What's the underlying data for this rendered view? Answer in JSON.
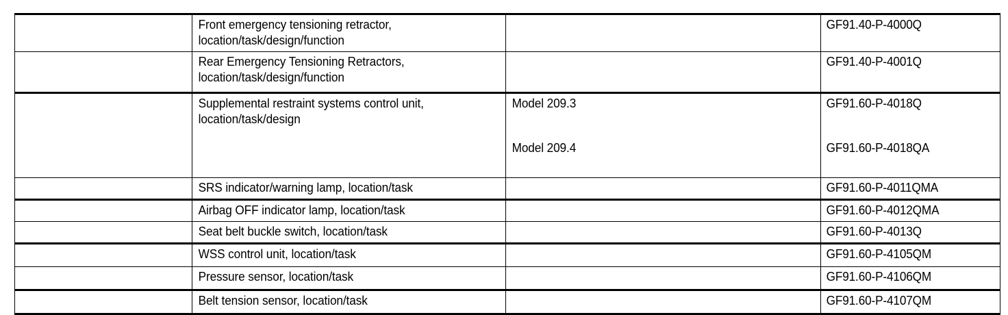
{
  "document": {
    "type": "reference-table",
    "background_color": "#ffffff",
    "text_color": "#000000",
    "column_count": 4,
    "row_count": 9
  },
  "table": {
    "columns": [
      {
        "key": "blank",
        "label": ""
      },
      {
        "key": "description",
        "label": ""
      },
      {
        "key": "model",
        "label": ""
      },
      {
        "key": "code",
        "label": ""
      }
    ],
    "rows": [
      {
        "blank": "",
        "description": "Front emergency tensioning retractor,\nlocation/task/design/function",
        "model": "",
        "model_secondary": "",
        "code": "GF91.40-P-4000Q",
        "code_secondary": ""
      },
      {
        "blank": "",
        "description": "Rear Emergency Tensioning Retractors,\nlocation/task/design/function",
        "model": "",
        "model_secondary": "",
        "code": "GF91.40-P-4001Q",
        "code_secondary": ""
      },
      {
        "blank": "",
        "description": "Supplemental restraint systems control unit,\nlocation/task/design",
        "model": "Model 209.3",
        "model_secondary": "Model 209.4",
        "code": "GF91.60-P-4018Q",
        "code_secondary": "GF91.60-P-4018QA"
      },
      {
        "blank": "",
        "description": "SRS indicator/warning lamp, location/task",
        "model": "",
        "model_secondary": "",
        "code": "GF91.60-P-4011QMA",
        "code_secondary": ""
      },
      {
        "blank": "",
        "description": "Airbag OFF indicator lamp, location/task",
        "model": "",
        "model_secondary": "",
        "code": "GF91.60-P-4012QMA",
        "code_secondary": ""
      },
      {
        "blank": "",
        "description": "Seat belt buckle switch, location/task",
        "model": "",
        "model_secondary": "",
        "code": "GF91.60-P-4013Q",
        "code_secondary": ""
      },
      {
        "blank": "",
        "description": "WSS control unit, location/task",
        "model": "",
        "model_secondary": "",
        "code": "GF91.60-P-4105QM",
        "code_secondary": ""
      },
      {
        "blank": "",
        "description": "Pressure sensor, location/task",
        "model": "",
        "model_secondary": "",
        "code": "GF91.60-P-4106QM",
        "code_secondary": ""
      },
      {
        "blank": "",
        "description": "Belt tension sensor, location/task",
        "model": "",
        "model_secondary": "",
        "code": "GF91.60-P-4107QM",
        "code_secondary": ""
      }
    ]
  }
}
